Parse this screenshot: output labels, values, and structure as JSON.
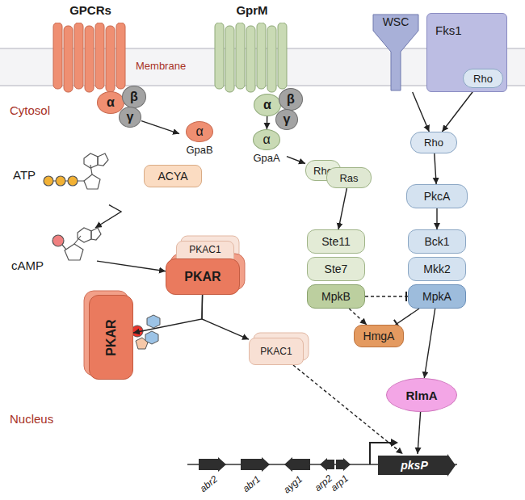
{
  "diagram": {
    "nodes": [
      {
        "text": [
          "GPCRs"
        ]
      },
      {
        "text": [
          "α"
        ]
      },
      {
        "text": [
          "β"
        ]
      },
      {
        "text": [
          "γ"
        ]
      },
      {
        "text": [
          "GprM"
        ]
      },
      {
        "text": [
          "α"
        ]
      },
      {
        "text": [
          "β"
        ]
      },
      {
        "text": [
          "γ"
        ]
      },
      {
        "text": [
          "WSC"
        ]
      },
      {
        "text": [
          "Fks1"
        ]
      },
      {
        "text": [
          "Rho"
        ],
        "in": 9
      },
      {
        "text": [
          "α",
          "GpaB"
        ]
      },
      {
        "text": [
          "ACYA"
        ]
      },
      {
        "text": [
          "α",
          "GpaA"
        ]
      },
      {
        "text": [
          "Rho"
        ]
      },
      {
        "text": [
          "Ras"
        ]
      },
      {
        "text": [
          "Rho"
        ]
      },
      {
        "text": [
          "ATP"
        ]
      },
      {
        "text": [
          "cAMP"
        ]
      },
      {
        "text": [
          "PKAC1"
        ]
      },
      {
        "text": [
          "PKAR"
        ]
      },
      {
        "text": [
          "PkcA"
        ]
      },
      {
        "text": [
          "Ste11"
        ]
      },
      {
        "text": [
          "Ste7"
        ]
      },
      {
        "text": [
          "MpkB"
        ]
      },
      {
        "text": [
          "Bck1"
        ]
      },
      {
        "text": [
          "Mkk2"
        ]
      },
      {
        "text": [
          "MpkA"
        ]
      },
      {
        "text": [
          "PKAR"
        ]
      },
      {
        "text": [
          "PKAC1"
        ]
      },
      {
        "text": [
          "HmgA"
        ]
      },
      {
        "text": [
          "RlmA"
        ]
      },
      {
        "text": [
          "abr2"
        ]
      },
      {
        "text": [
          "abr1"
        ]
      },
      {
        "text": [
          "ayg1"
        ]
      },
      {
        "text": [
          "arp2"
        ]
      },
      {
        "text": [
          "arp1"
        ]
      },
      {
        "text": [
          "pksP"
        ]
      }
    ],
    "edges": [
      {
        "from": 3,
        "to": 11,
        "arrow": "to"
      },
      {
        "from": 5,
        "to": 13,
        "arrow": "to"
      },
      {
        "from": 13,
        "to": 14,
        "arrow": "to"
      },
      {
        "from": 8,
        "to": 16,
        "arrow": "to"
      },
      {
        "from": 10,
        "to": 16,
        "arrow": "to"
      },
      {
        "from": 16,
        "to": 21,
        "arrow": "to"
      },
      {
        "from": 17,
        "to": 18,
        "arrow": "to"
      },
      {
        "from": 18,
        "to": 20,
        "arrow": "to"
      },
      {
        "from": 21,
        "to": 25,
        "arrow": "to"
      },
      {
        "from": 15,
        "to": 22,
        "arrow": "to"
      },
      {
        "from": 20,
        "to": 28,
        "arrow": "to"
      },
      {
        "from": 20,
        "to": 29,
        "arrow": "to"
      },
      {
        "from": 24,
        "to": 27,
        "arrow": "none"
      },
      {
        "from": 24,
        "to": 30,
        "arrow": "to"
      },
      {
        "from": 27,
        "to": 30,
        "arrow": "none"
      },
      {
        "from": 27,
        "to": 31,
        "arrow": "to"
      },
      {
        "from": 29,
        "to": 37,
        "arrow": "to"
      },
      {
        "from": 31,
        "to": 37,
        "arrow": "to"
      }
    ],
    "labels": [
      "Membrane",
      "Cytosol",
      "Nucleus"
    ]
  }
}
